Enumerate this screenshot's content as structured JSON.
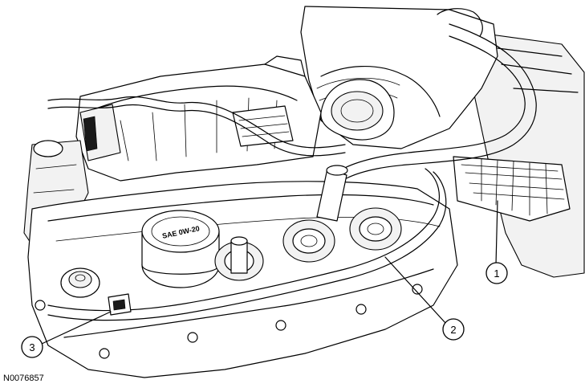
{
  "figure_id": "N0076857",
  "cap_label": "SAE 0W-20",
  "callouts": [
    {
      "number": "1"
    },
    {
      "number": "2"
    },
    {
      "number": "3"
    }
  ]
}
